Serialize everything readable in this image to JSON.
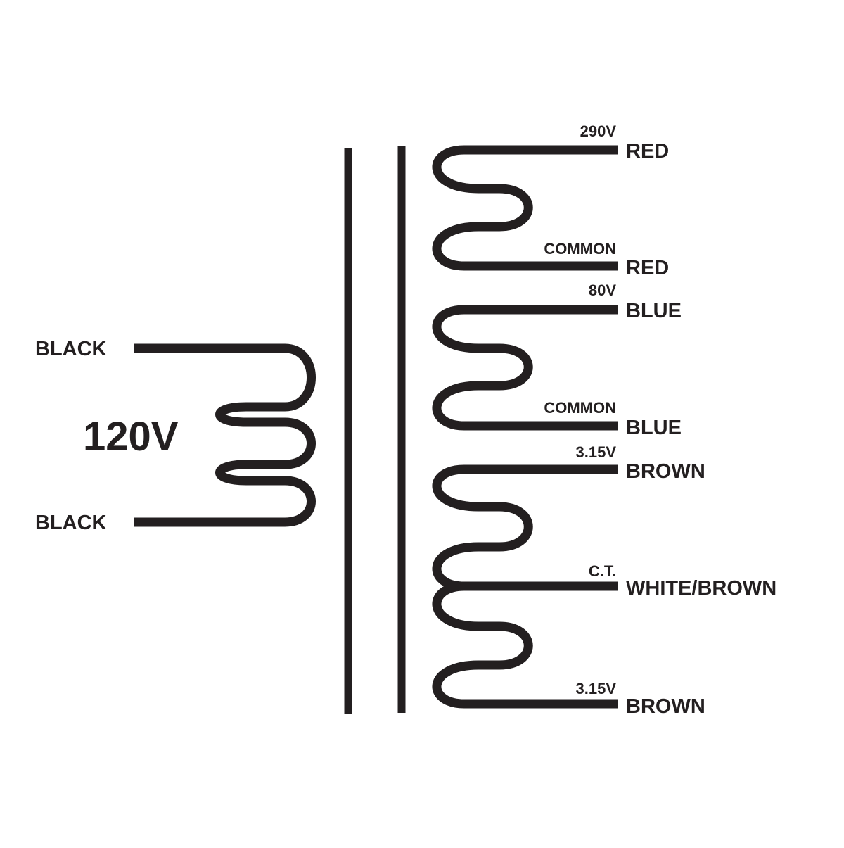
{
  "primary": {
    "voltage": "120V",
    "top_wire": "BLACK",
    "bottom_wire": "BLACK"
  },
  "secondaries": [
    {
      "top_tap": "290V",
      "top_wire": "RED",
      "bottom_tap": "COMMON",
      "bottom_wire": "RED"
    },
    {
      "top_tap": "80V",
      "top_wire": "BLUE",
      "bottom_tap": "COMMON",
      "bottom_wire": "BLUE"
    },
    {
      "top_tap": "3.15V",
      "top_wire": "BROWN",
      "center_tap": "C.T.",
      "center_wire": "WHITE/BROWN",
      "bottom_tap": "3.15V",
      "bottom_wire": "BROWN"
    }
  ],
  "colors": {
    "ink": "#231f20",
    "background": "#ffffff"
  }
}
